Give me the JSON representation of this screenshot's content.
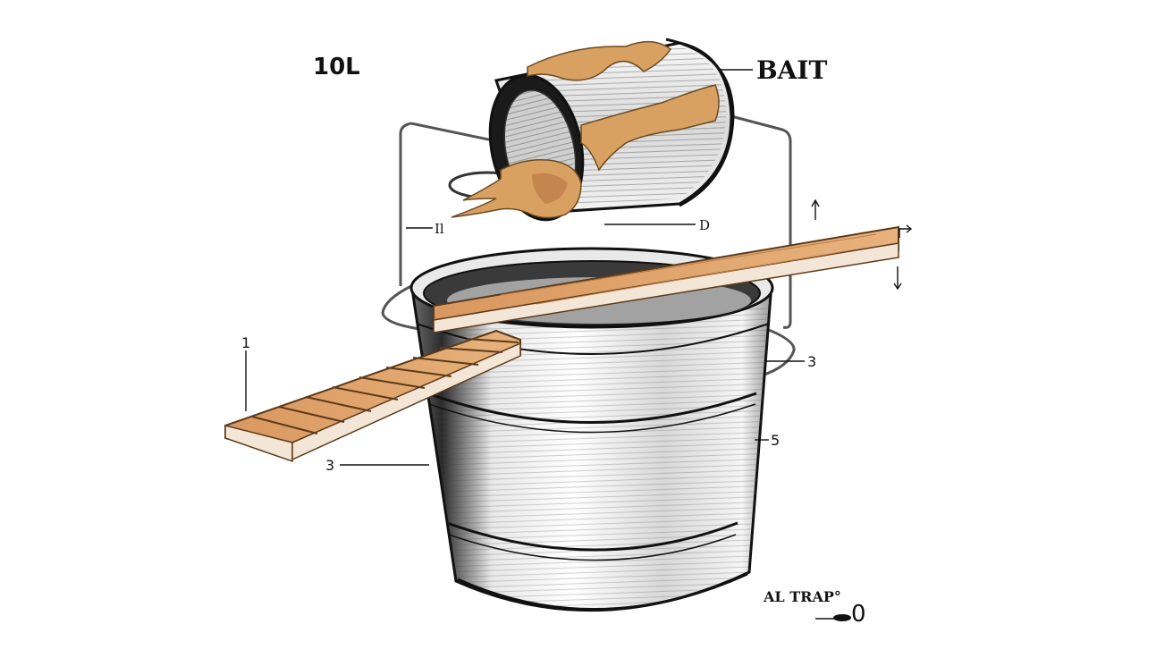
{
  "labels": {
    "volume": "10L",
    "bait": "BAIT",
    "wire": "Il",
    "can_axis": "D",
    "ramp": "1",
    "handle": "3",
    "bucket_side": "3",
    "bucket_band": "5",
    "trap_name": "AL TRAP°",
    "trap_mark": "0"
  },
  "colors": {
    "wood": "#dca06a",
    "wood_dark": "#b97b46",
    "bait": "#d8a162",
    "metal_light": "#f3f3f3",
    "metal_mid": "#cfcfcf",
    "ink": "#111111"
  },
  "icons": {
    "arrow_up": "arrow-up-icon",
    "arrow_down": "arrow-down-icon",
    "corner_arrow": "corner-arrow-icon"
  }
}
